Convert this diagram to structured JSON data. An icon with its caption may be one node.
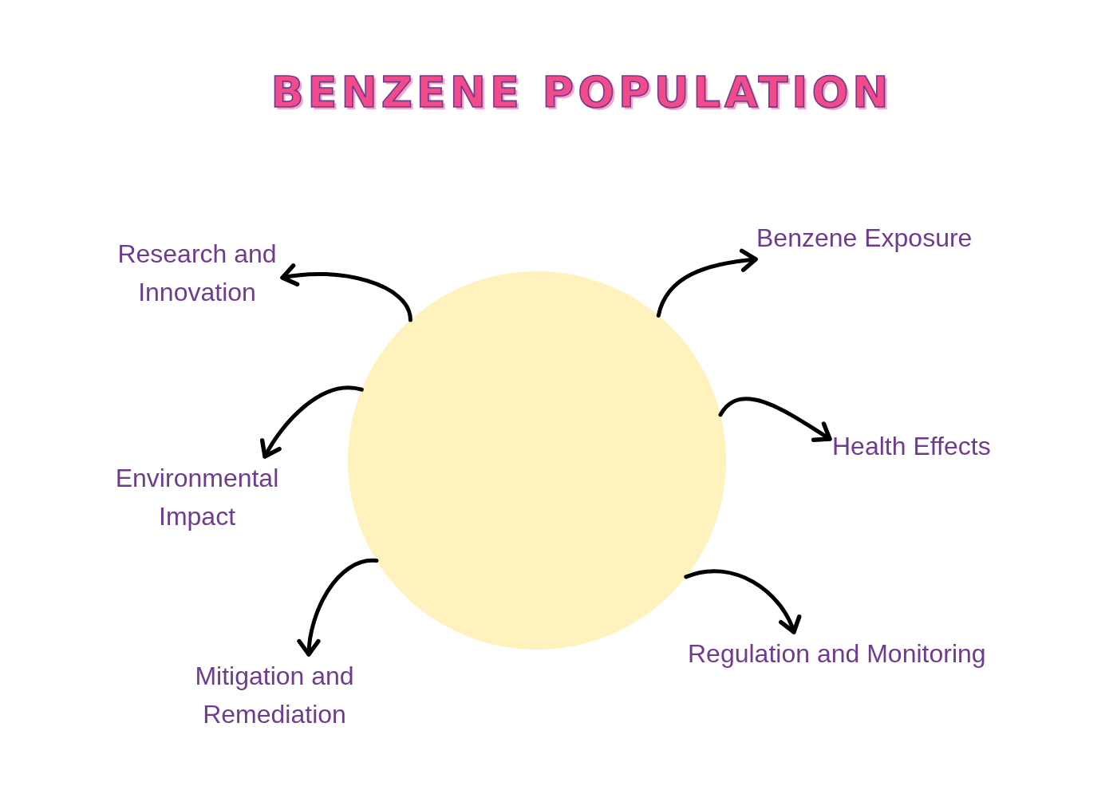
{
  "diagram": {
    "title": "BENZENE POPULATION",
    "nodes": [
      {
        "text": [],
        "shape": "circle"
      },
      {
        "text": [
          "Research and Innovation"
        ]
      },
      {
        "text": [
          "Benzene Exposure"
        ]
      },
      {
        "text": [
          "Environmental Impact"
        ]
      },
      {
        "text": [
          "Health Effects"
        ]
      },
      {
        "text": [
          "Regulation and Monitoring"
        ]
      },
      {
        "text": [
          "Mitigation and Remediation"
        ]
      }
    ],
    "edges": [
      {
        "from": 0,
        "to": 1,
        "arrow": "to"
      },
      {
        "from": 0,
        "to": 2,
        "arrow": "to"
      },
      {
        "from": 0,
        "to": 3,
        "arrow": "to"
      },
      {
        "from": 0,
        "to": 4,
        "arrow": "to"
      },
      {
        "from": 0,
        "to": 5,
        "arrow": "to"
      },
      {
        "from": 0,
        "to": 6,
        "arrow": "to"
      }
    ]
  }
}
